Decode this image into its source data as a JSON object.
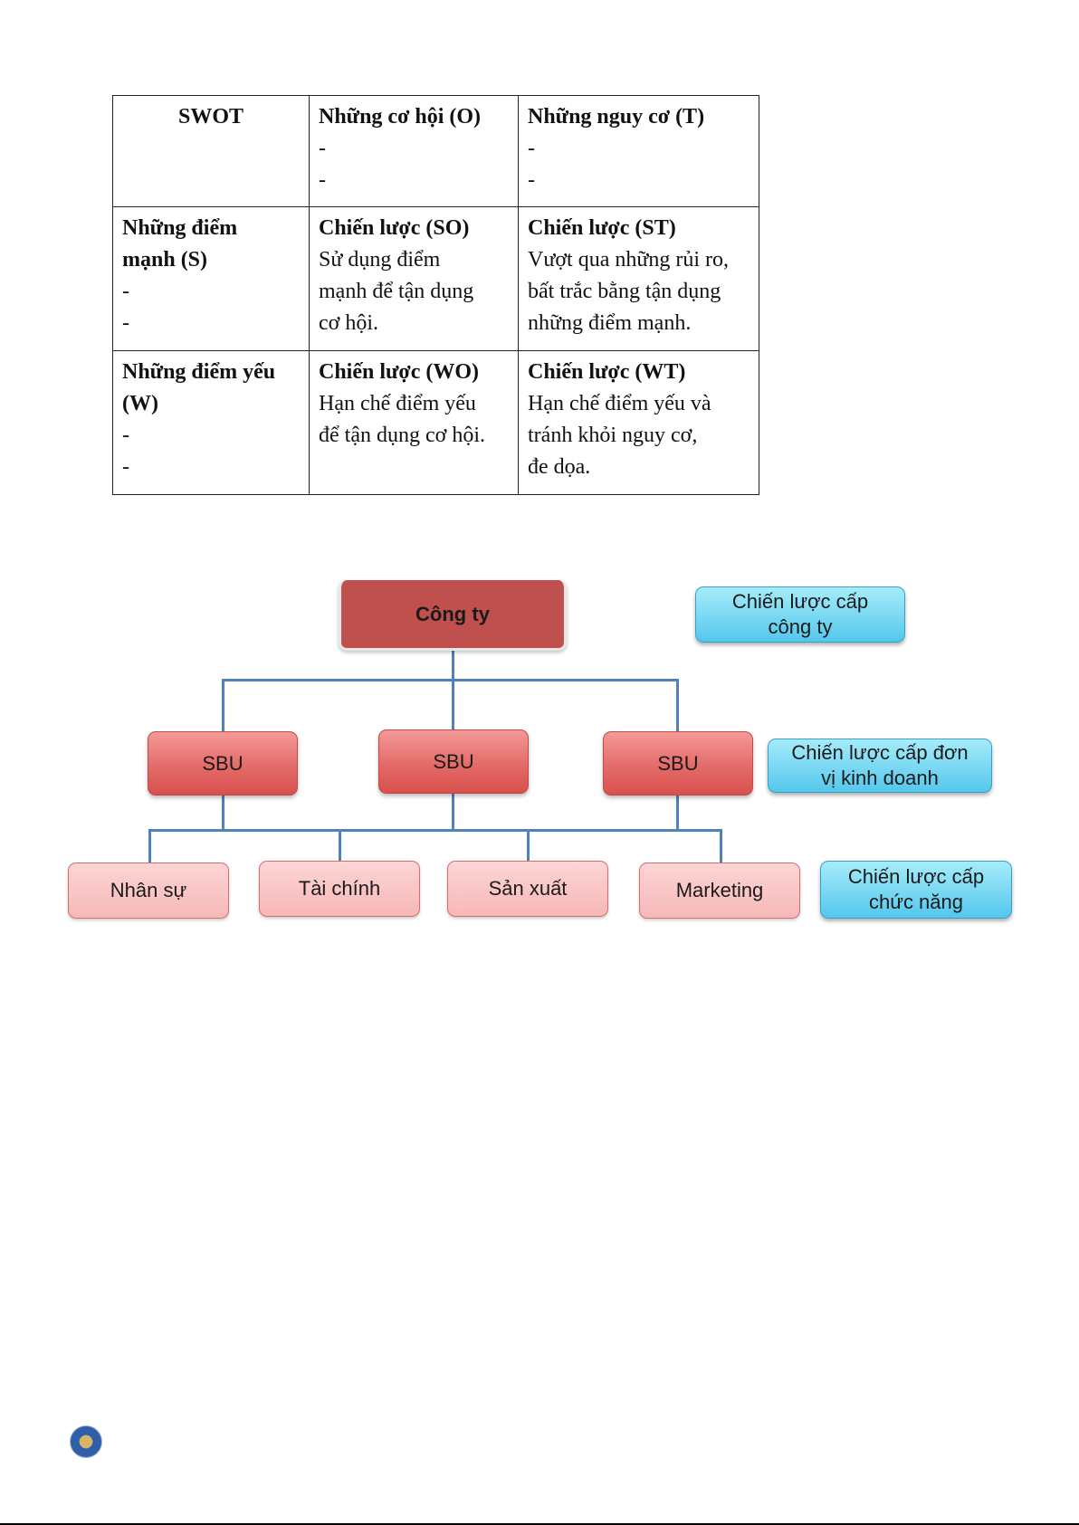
{
  "swot_table": {
    "header": {
      "corner": "SWOT",
      "opportunities": {
        "title": "Những cơ hội (O)",
        "items": [
          "-",
          "-"
        ]
      },
      "threats": {
        "title": "Những nguy cơ (T)",
        "items": [
          "-",
          "-"
        ]
      }
    },
    "strengths_row": {
      "label_line1": "Những điểm",
      "label_line2": "mạnh (S)",
      "items": [
        "-",
        "-"
      ],
      "so": {
        "title": "Chiến lược (SO)",
        "lines": [
          "Sử dụng điểm",
          "mạnh để tận dụng",
          "cơ hội."
        ]
      },
      "st": {
        "title": "Chiến lược (ST)",
        "lines": [
          "Vượt qua những rủi ro,",
          "bất trắc bằng tận dụng",
          "những điểm mạnh."
        ]
      }
    },
    "weaknesses_row": {
      "label_line1": "Những điểm yếu",
      "label_line2": "(W)",
      "items": [
        "-",
        "-"
      ],
      "wo": {
        "title": "Chiến lược (WO)",
        "lines": [
          "Hạn chế điểm yếu",
          "để tận dụng cơ hội."
        ]
      },
      "wt": {
        "title": "Chiến lược (WT)",
        "lines": [
          "Hạn chế điểm yếu và",
          "tránh khỏi nguy cơ,",
          "đe dọa."
        ]
      }
    }
  },
  "org_chart": {
    "company": "Công ty",
    "sbus": [
      "SBU",
      "SBU",
      "SBU"
    ],
    "functions": [
      "Nhân sự",
      "Tài chính",
      "Sản xuất",
      "Marketing"
    ],
    "levels": {
      "corporate": [
        "Chiến lược cấp",
        "công ty"
      ],
      "business": [
        "Chiến lược cấp đơn",
        "vị kinh doanh"
      ],
      "functional": [
        "Chiến lược cấp",
        "chức năng"
      ]
    },
    "colors": {
      "company": "#c0504d",
      "sbu": "#e36b68",
      "function": "#f7b8b8",
      "level": "#54c7ec",
      "connector": "#4f81bd"
    }
  }
}
